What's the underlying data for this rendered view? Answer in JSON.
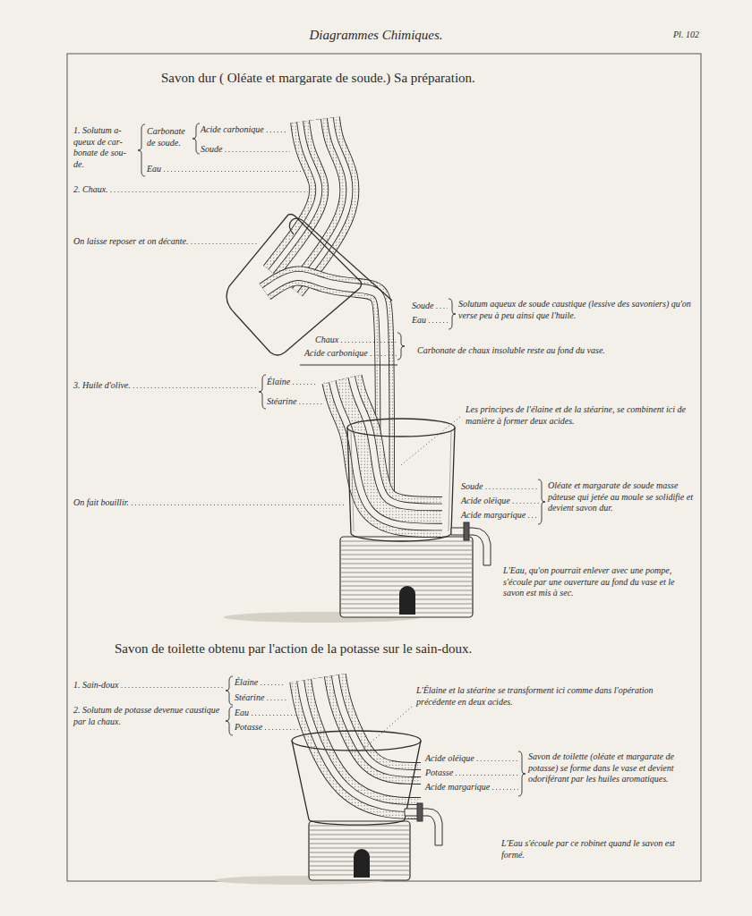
{
  "diagram": {
    "title": "Diagrammes Chimiques.",
    "labels": [
      "Pl. 102",
      "Savon dur ( Oléate et margarate de soude.) Sa préparation.",
      "1. Solutum a- queux de car- bonate de sou- de.",
      "Carbonate de soude.",
      "Acide carbonique",
      "Soude",
      "Eau",
      "2. Chaux.",
      "On laisse reposer et on décante.",
      "Soude",
      "Eau",
      "Solutum aqueux de soude caustique (lessive des savoniers) qu'on verse peu à peu ainsi que l'huile.",
      "Chaux",
      "Acide carbonique",
      "Carbonate de chaux insoluble reste au fond du vase.",
      "3. Huile d'olive.",
      "Élaine",
      "Stéarine",
      "Les principes de l'élaine et de la stéarine, se combinent ici de manière à former deux acides.",
      "On fait bouillir.",
      "Soude",
      "Acide oléique",
      "Acide margarique",
      "Oléate et margarate de soude masse pâteuse qui jetée au moule se solidifie et devient savon dur.",
      "L'Eau, qu'on pourrait enlever avec une pompe, s'écoule par une ouverture au fond du vase et le savon est mis à sec.",
      "Savon de toilette obtenu par l'action de la potasse sur le sain-doux.",
      "1. Sain-doux",
      "Élaine",
      "Stéarine",
      "2. Solutum de potasse devenue caustique par la chaux.",
      "Eau",
      "Potasse",
      "L'Élaine et la stéarine se transforment ici comme dans l'opération précédente en deux acides.",
      "Acide oléique",
      "Potasse",
      "Acide margarique",
      "Savon de toilette (oléate et margarate de potasse) se forme dans le vase et devient odoriférant par les huiles aromatiques.",
      "L'Eau s'écoule par ce robinet quand le savon est formé."
    ]
  }
}
